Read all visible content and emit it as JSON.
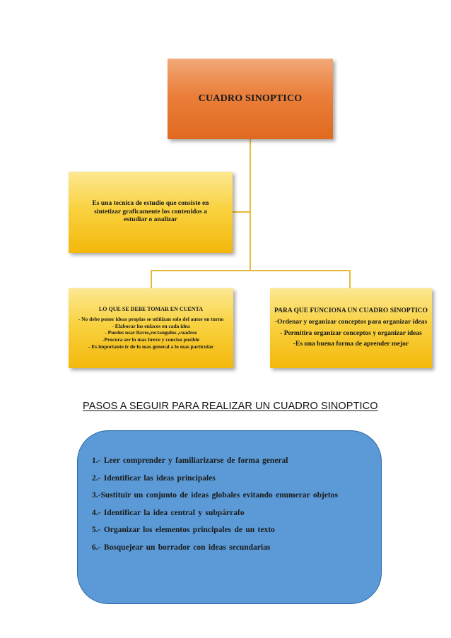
{
  "diagram": {
    "root": {
      "title": "CUADRO SINOPTICO"
    },
    "definition": {
      "lines": [
        "Es una tecnica de estudio que consiste en",
        "sintetizar graficamente los contenidos a",
        "estudiar o analizar"
      ]
    },
    "left_node": {
      "title": "LO QUE SE DEBE TOMAR EN CUENTA",
      "items": [
        "- No debe poner ideas propias se utiñizan solo del autor en turno",
        "- Elaborar los enlaces en cada idea",
        "- Puedes usar llaves,rectangulos ,cuadros",
        "-Procura ser lo mas breve y conciso posible",
        "- Es importante ir de lo mas general a lo mas particular"
      ]
    },
    "right_node": {
      "title": "PARA QUE FUNCIONA UN CUADRO SINOPTICO",
      "items": [
        "-Ordenar y organizar conceptos para organizar ideas",
        "- Permitira organizar conceptos y organizar ideas",
        "-Es una buena forma de aprender mejor"
      ]
    },
    "colors": {
      "orange": "#e9782f",
      "yellow": "#f7c824",
      "connector": "#e7b93a",
      "steps_box": "#5b9ad6"
    }
  },
  "steps_section": {
    "heading": "PASOS  A SEGUIR PARA REALIZAR UN CUADRO SINOPTICO",
    "steps": [
      "1.- Leer comprender y familiarizarse de forma general",
      "2.- Identificar las ideas principales",
      "3.-Sustituir un conjunto de ideas globales evitando enumerar objetos",
      "4.- Identificar la idea central y subpárrafo",
      "5.- Organizar los elementos principales de un texto",
      "6.- Bosquejear un borrador con ideas secundarias"
    ]
  }
}
